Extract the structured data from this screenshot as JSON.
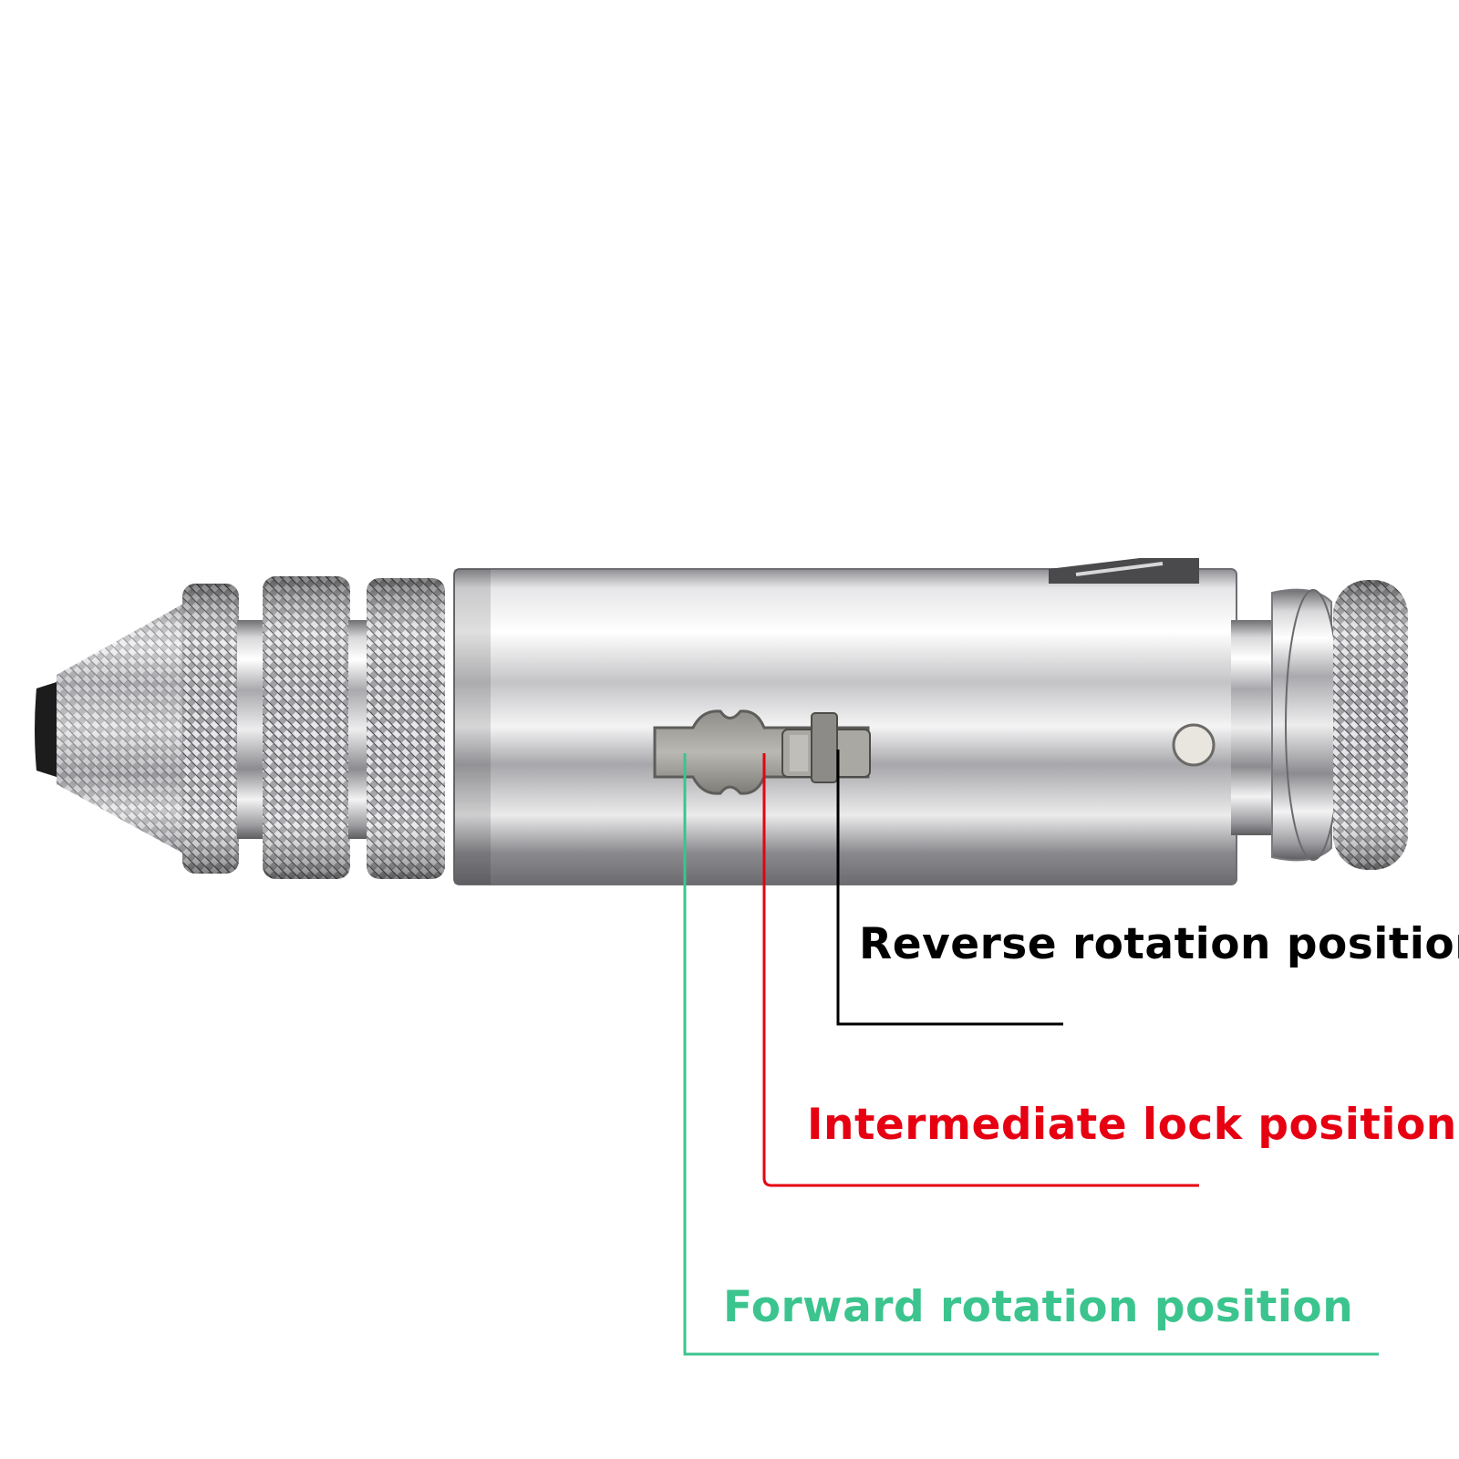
{
  "labels": {
    "reverse": "Reverse rotation position",
    "intermediate": "Intermediate lock position",
    "forward": "Forward rotation position"
  },
  "colors": {
    "reverse": "#000000",
    "intermediate": "#e60012",
    "forward": "#3cc48e"
  }
}
